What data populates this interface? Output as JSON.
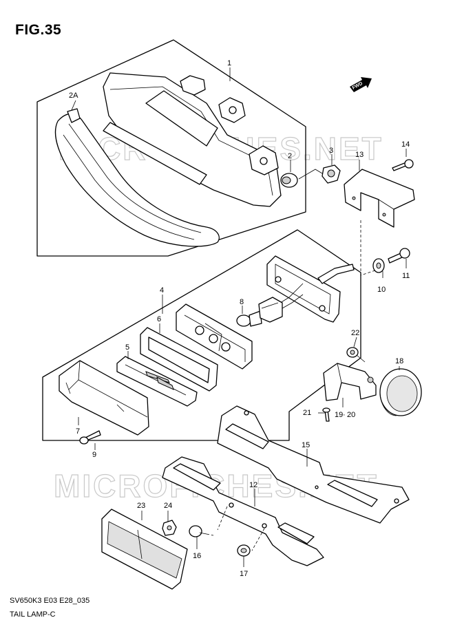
{
  "figure": {
    "title": "FIG.35",
    "code": "SV650K3 E03 E28_035",
    "name": "TAIL LAMP-C",
    "direction_badge": "FWD",
    "watermark": "MICROFICHES.NET"
  },
  "callouts": [
    {
      "id": "c1",
      "label": "1"
    },
    {
      "id": "c2a",
      "label": "2A"
    },
    {
      "id": "c2",
      "label": "2"
    },
    {
      "id": "c3",
      "label": "3"
    },
    {
      "id": "c4",
      "label": "4"
    },
    {
      "id": "c5",
      "label": "5"
    },
    {
      "id": "c6",
      "label": "6"
    },
    {
      "id": "c7",
      "label": "7"
    },
    {
      "id": "c8",
      "label": "8"
    },
    {
      "id": "c9",
      "label": "9"
    },
    {
      "id": "c10",
      "label": "10"
    },
    {
      "id": "c11",
      "label": "11"
    },
    {
      "id": "c12",
      "label": "12"
    },
    {
      "id": "c13",
      "label": "13"
    },
    {
      "id": "c14",
      "label": "14"
    },
    {
      "id": "c15",
      "label": "15"
    },
    {
      "id": "c16",
      "label": "16"
    },
    {
      "id": "c17",
      "label": "17"
    },
    {
      "id": "c18",
      "label": "18"
    },
    {
      "id": "c19",
      "label": "19"
    },
    {
      "id": "c20",
      "label": "20"
    },
    {
      "id": "c21",
      "label": "21"
    },
    {
      "id": "c22",
      "label": "22"
    },
    {
      "id": "c23",
      "label": "23"
    },
    {
      "id": "c24",
      "label": "24"
    }
  ]
}
